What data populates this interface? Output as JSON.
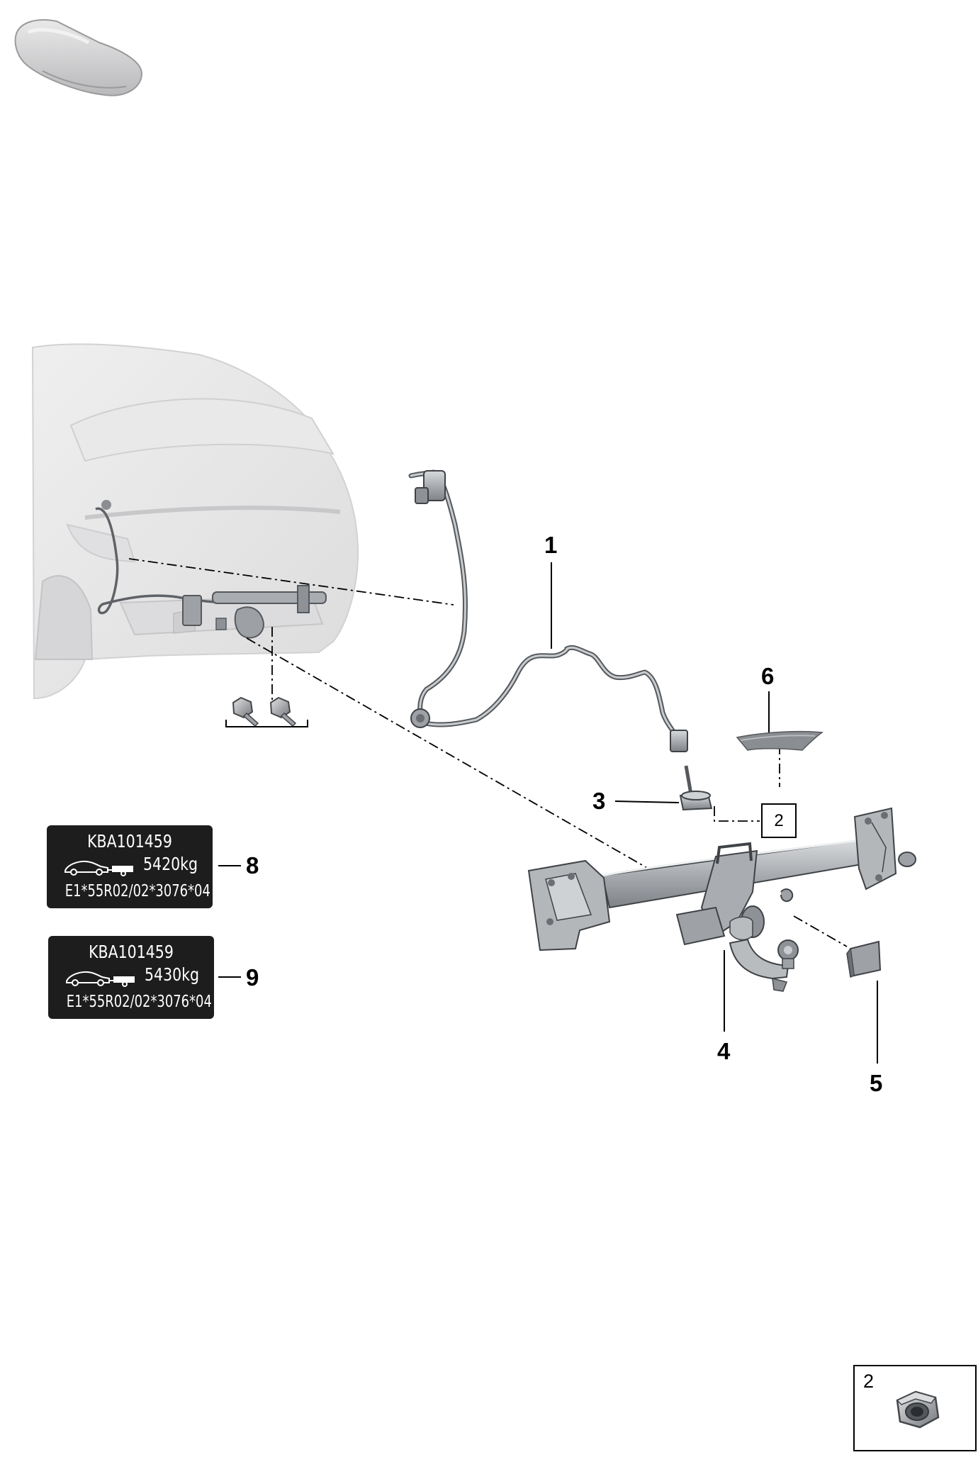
{
  "callouts": {
    "c1": "1",
    "c3": "3",
    "c4": "4",
    "c5": "5",
    "c6": "6",
    "c8": "8",
    "c9": "9"
  },
  "ref_box": {
    "label": "2"
  },
  "plates": [
    {
      "code": "KBA101459",
      "load": "5420kg",
      "approval": "E1*55R02/02*3076*04"
    },
    {
      "code": "KBA101459",
      "load": "5430kg",
      "approval": "E1*55R02/02*3076*04"
    }
  ],
  "detail": {
    "label": "2",
    "icon": "hex-nut-icon"
  },
  "icons": {
    "vehicle": "car-silhouette-icon",
    "rear": "vehicle-rear-icon",
    "harness": "wiring-harness-icon",
    "socket": "socket-icon",
    "tow_bar": "tow-bar-icon",
    "cap": "cover-cap-icon",
    "trim": "trim-panel-icon",
    "bolts": "bolt-icon"
  },
  "colors": {
    "line": "#000000",
    "part_fill": "#b9bcbf",
    "part_dark": "#7b7f84",
    "ghost": "#e4e5e7",
    "plate": "#1d1d1d"
  }
}
